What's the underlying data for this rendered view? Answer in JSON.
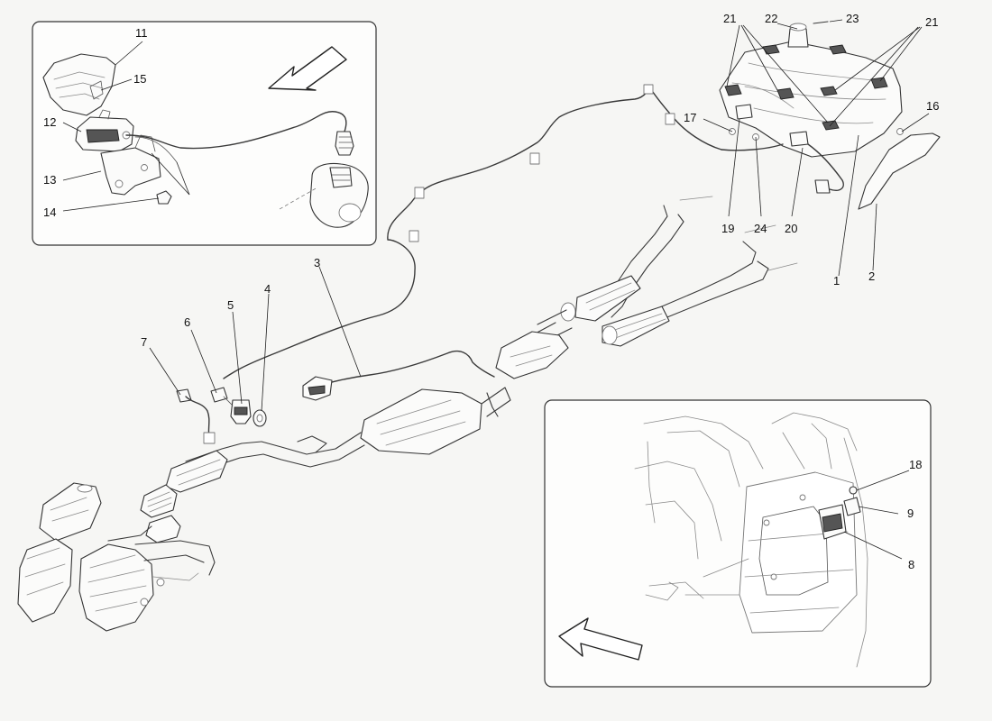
{
  "callouts": [
    {
      "id": "1",
      "label": "1"
    },
    {
      "id": "2",
      "label": "2"
    },
    {
      "id": "3",
      "label": "3"
    },
    {
      "id": "4",
      "label": "4"
    },
    {
      "id": "5",
      "label": "5"
    },
    {
      "id": "6",
      "label": "6"
    },
    {
      "id": "7",
      "label": "7"
    },
    {
      "id": "8",
      "label": "8"
    },
    {
      "id": "9",
      "label": "9"
    },
    {
      "id": "11",
      "label": "11"
    },
    {
      "id": "12",
      "label": "12"
    },
    {
      "id": "13",
      "label": "13"
    },
    {
      "id": "14",
      "label": "14"
    },
    {
      "id": "15",
      "label": "15"
    },
    {
      "id": "16",
      "label": "16"
    },
    {
      "id": "17",
      "label": "17"
    },
    {
      "id": "18",
      "label": "18"
    },
    {
      "id": "19",
      "label": "19"
    },
    {
      "id": "20",
      "label": "20"
    },
    {
      "id": "21a",
      "label": "21"
    },
    {
      "id": "21b",
      "label": "21"
    },
    {
      "id": "22",
      "label": "22"
    },
    {
      "id": "23",
      "label": "23"
    },
    {
      "id": "24",
      "label": "24"
    }
  ],
  "colors": {
    "background": "#f6f6f4",
    "line": "#3a3a3a",
    "text": "#111111"
  }
}
